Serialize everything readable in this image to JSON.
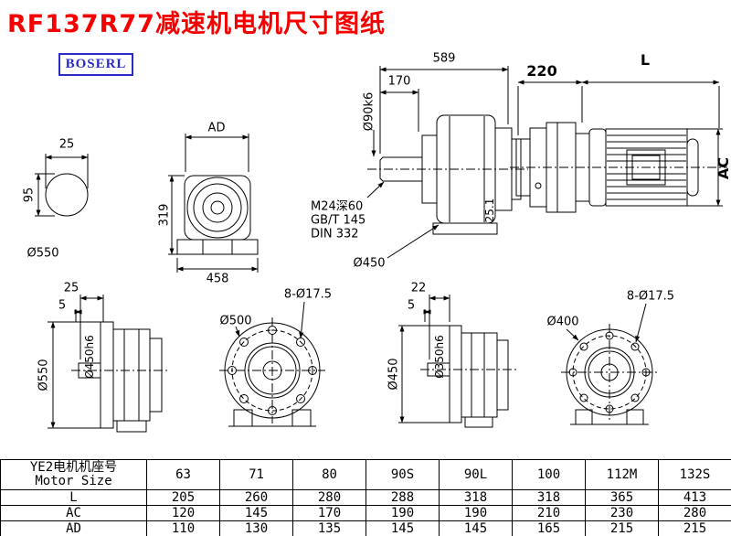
{
  "title": "RF137R77减速机电机尺寸图纸",
  "logo": "BOSERL",
  "labels": {
    "shaft_width": "25",
    "shaft_height": "95",
    "shaft_dia": "Ø550",
    "front_ad": "AD",
    "front_height": "319",
    "front_width": "458",
    "side_total": "589",
    "side_shaft_len": "170",
    "side_shaft_dia": "Ø90k6",
    "tap_note": "M24深60",
    "std_gbt": "GB/T 145",
    "std_din": "DIN 332",
    "side_key": "25.1",
    "side_dia": "Ø450",
    "motor_gap": "220",
    "motor_len": "L",
    "motor_ac": "AC",
    "b5a_len": "25",
    "b5a_lip": "5",
    "b5a_flange_dia": "Ø550",
    "b5a_spigot": "Ø450h6",
    "b5a_holes": "8-Ø17.5",
    "b5a_bolt_circle": "Ø500",
    "b5b_len": "22",
    "b5b_lip": "5",
    "b5b_flange_dia": "Ø450",
    "b5b_spigot": "Ø350h6",
    "b5b_holes": "8-Ø17.5",
    "b5b_bolt_circle": "Ø400"
  },
  "table": {
    "header_cn": "YE2电机机座号",
    "header_en": "Motor Size",
    "columns": [
      "63",
      "71",
      "80",
      "90S",
      "90L",
      "100",
      "112M",
      "132S"
    ],
    "rows": [
      {
        "label": "L",
        "values": [
          "205",
          "260",
          "280",
          "288",
          "318",
          "318",
          "365",
          "413"
        ]
      },
      {
        "label": "AC",
        "values": [
          "120",
          "145",
          "170",
          "190",
          "190",
          "210",
          "230",
          "280"
        ]
      },
      {
        "label": "AD",
        "values": [
          "110",
          "130",
          "135",
          "145",
          "145",
          "165",
          "215",
          "215"
        ]
      }
    ]
  }
}
